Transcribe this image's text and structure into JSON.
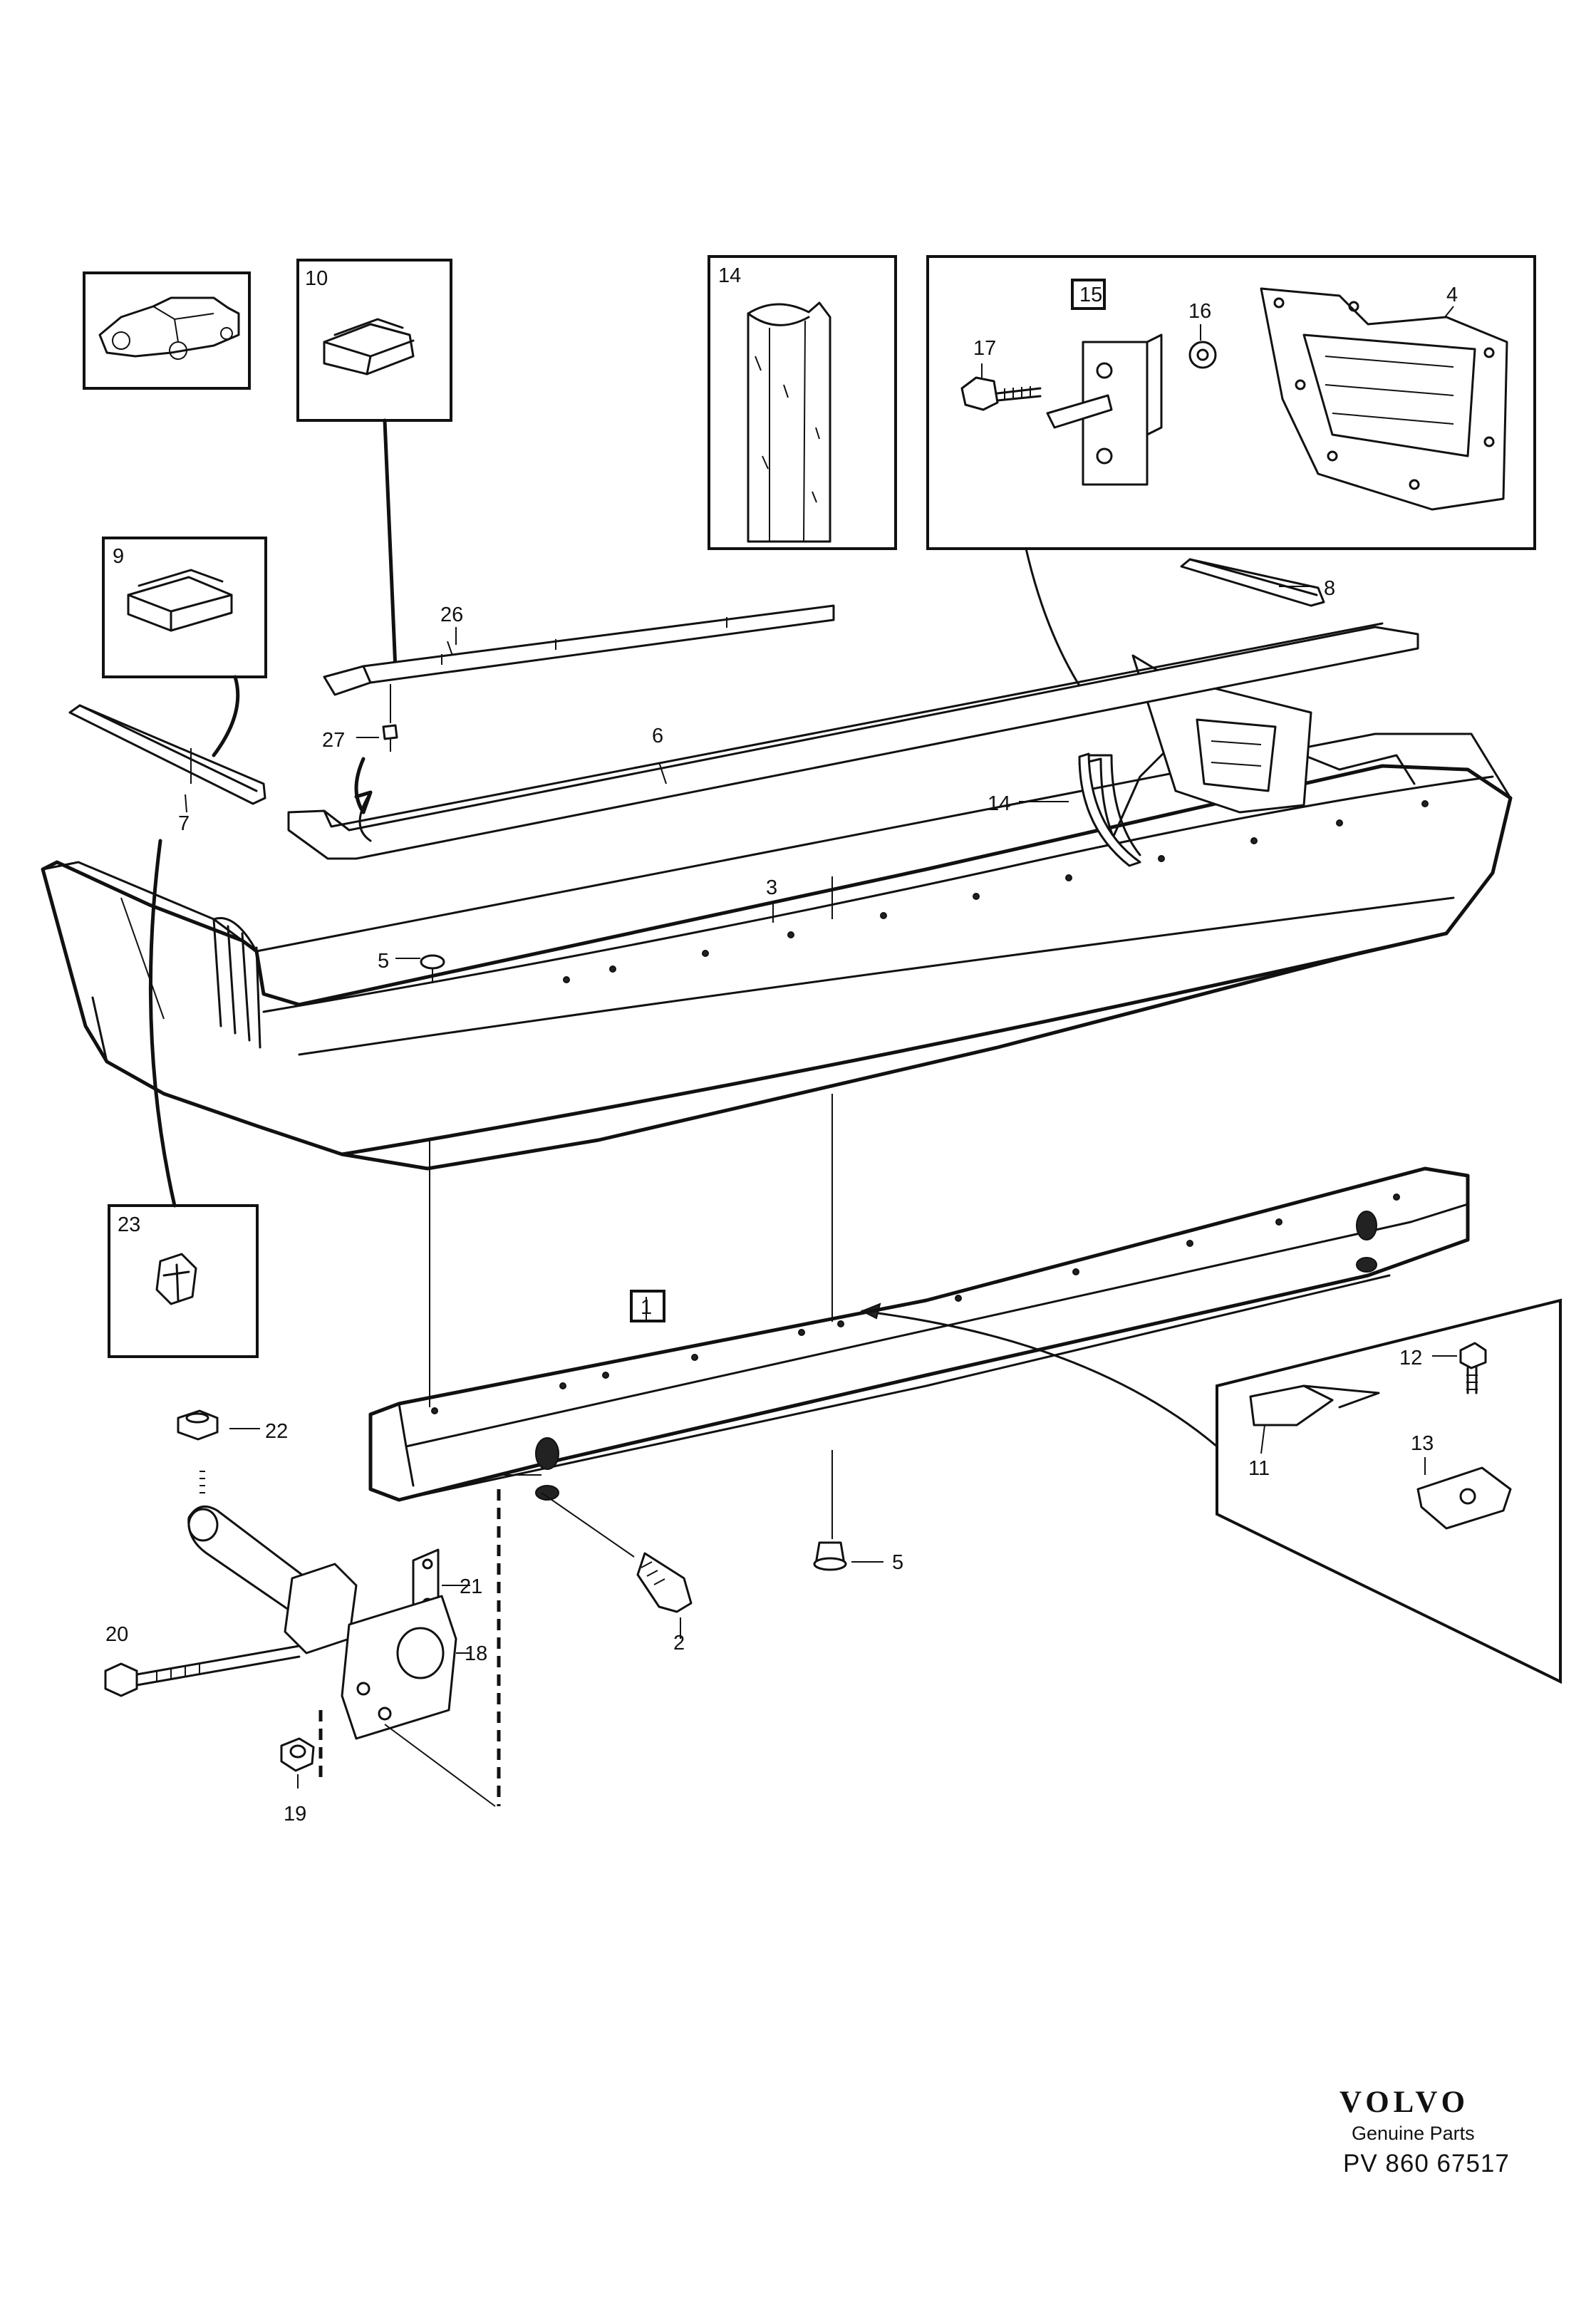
{
  "callouts": {
    "c1": "1",
    "c2": "2",
    "c3": "3",
    "c4": "4",
    "c5a": "5",
    "c5b": "5",
    "c6": "6",
    "c7": "7",
    "c8": "8",
    "c9": "9",
    "c10": "10",
    "c11": "11",
    "c12": "12",
    "c13": "13",
    "c14a": "14",
    "c14b": "14",
    "c15": "15",
    "c16": "16",
    "c17": "17",
    "c18": "18",
    "c19": "19",
    "c20": "20",
    "c21": "21",
    "c22": "22",
    "c23": "23",
    "c26": "26",
    "c27": "27"
  },
  "footer": {
    "brand": "VOLVO",
    "subtitle": "Genuine Parts",
    "code": "PV 860 67517"
  }
}
